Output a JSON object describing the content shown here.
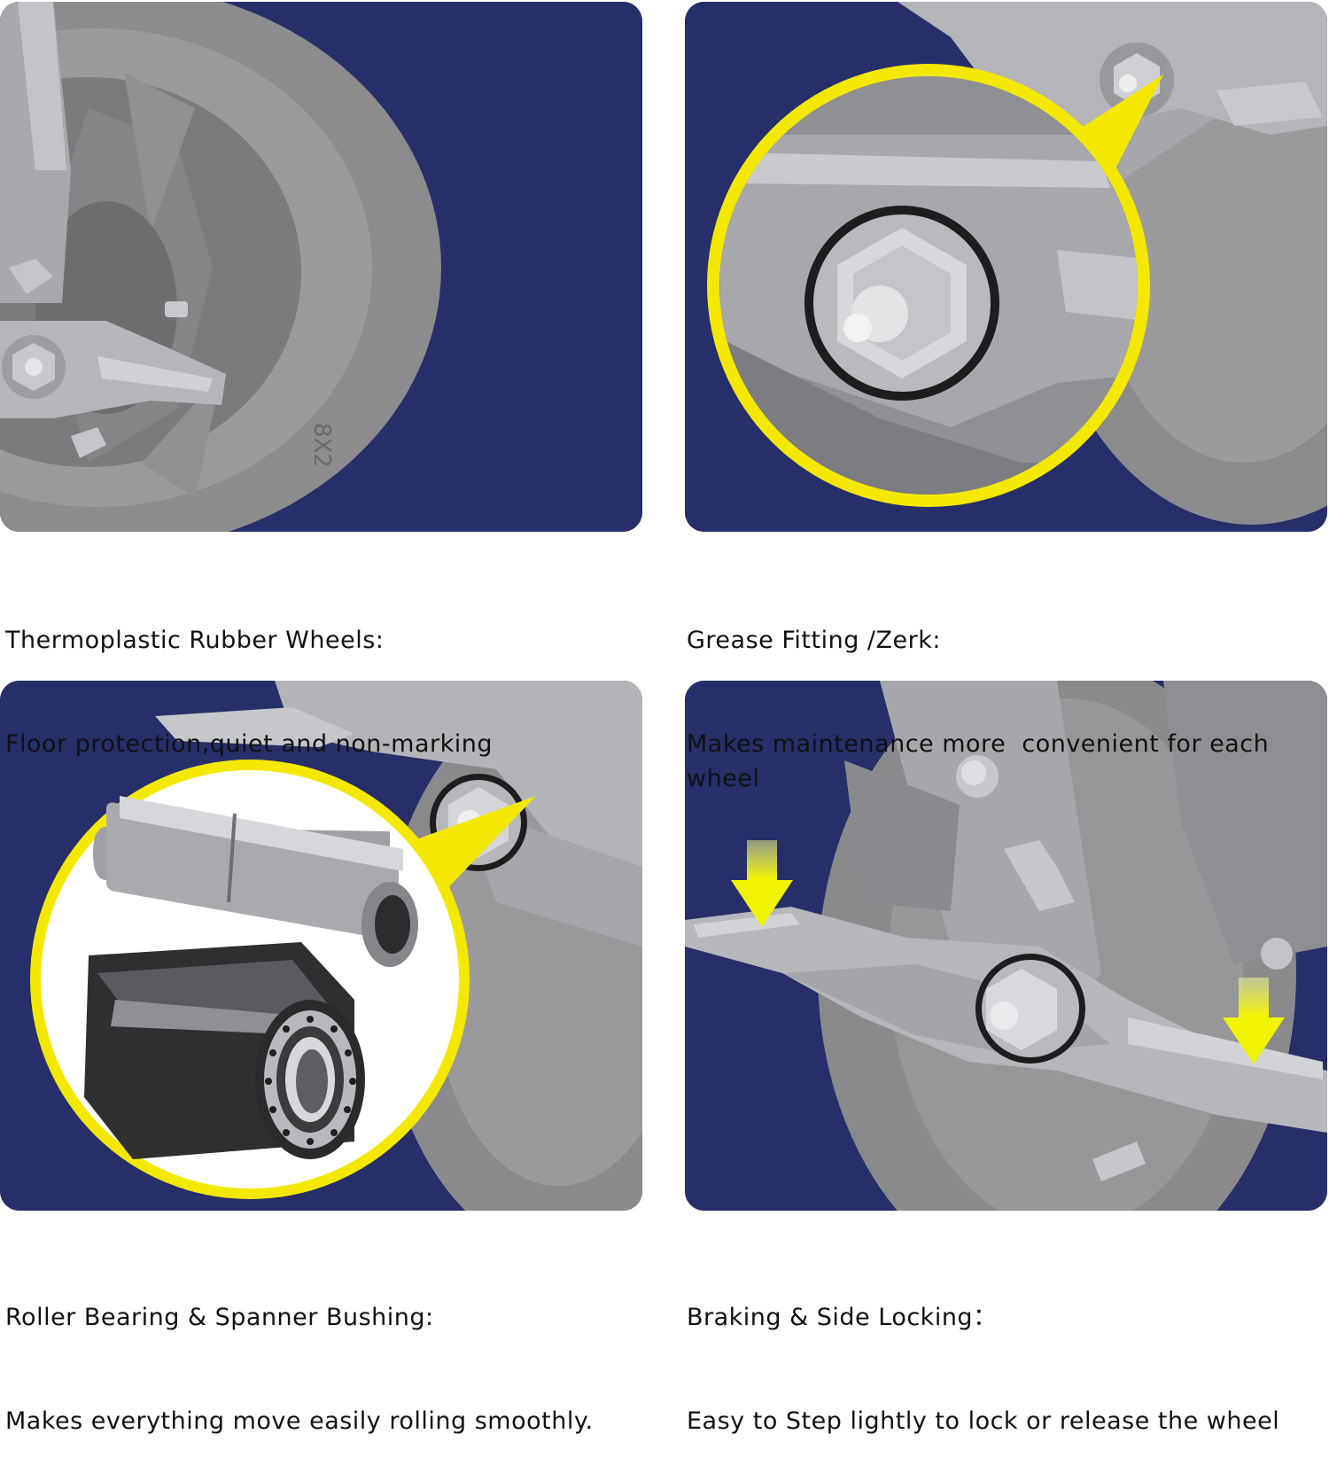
{
  "features": [
    {
      "title": "Thermoplastic Rubber Wheels:",
      "description": "Floor protection,quiet and non-marking",
      "wheel_marking": "8X2",
      "image": "gray-rubber-wheel-closeup"
    },
    {
      "title": "Grease Fitting /Zerk:",
      "description": "Makes maintenance more  convenient for each wheel",
      "image": "grease-fitting-zoom-callout"
    },
    {
      "title": "Roller Bearing & Spanner Bushing:",
      "description": "Makes everything move easily rolling smoothly.",
      "image": "bearing-and-bushing-zoom-callout"
    },
    {
      "title": "Braking & Side Locking：",
      "description": "Easy to Step lightly to lock or release the wheel",
      "image": "brake-pedal-with-arrows"
    }
  ],
  "colors": {
    "panel_background": "#262f69",
    "callout_yellow": "#f5e800",
    "wheel_gray": "#8a8a8c",
    "metal": "#b7b8bb"
  }
}
